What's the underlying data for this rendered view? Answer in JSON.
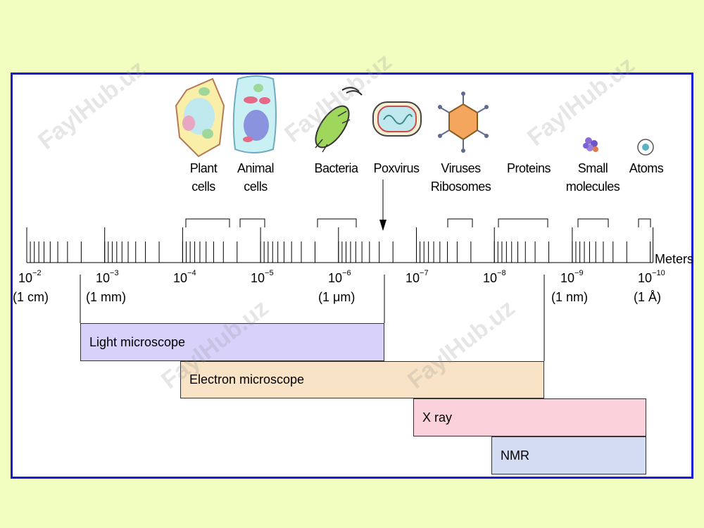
{
  "items": [
    {
      "line1": "Plant",
      "line2": "cells",
      "icon": "plant-cell-icon"
    },
    {
      "line1": "Animal",
      "line2": "cells",
      "icon": "animal-cell-icon"
    },
    {
      "line1": "Bacteria",
      "line2": "",
      "icon": "bacteria-icon"
    },
    {
      "line1": "Poxvirus",
      "line2": "",
      "icon": "poxvirus-icon"
    },
    {
      "line1": "Viruses",
      "line2": "Ribosomes",
      "icon": "virus-icon"
    },
    {
      "line1": "Proteins",
      "line2": "",
      "icon": ""
    },
    {
      "line1": "Small",
      "line2": "molecules",
      "icon": "molecule-icon"
    },
    {
      "line1": "Atoms",
      "line2": "",
      "icon": "atom-icon"
    }
  ],
  "scale": {
    "unit_label": "Meters",
    "ticks": [
      {
        "base": "10",
        "exp": "−2",
        "sub": "(1 cm)"
      },
      {
        "base": "10",
        "exp": "−3",
        "sub": "(1 mm)"
      },
      {
        "base": "10",
        "exp": "−4",
        "sub": ""
      },
      {
        "base": "10",
        "exp": "−5",
        "sub": ""
      },
      {
        "base": "10",
        "exp": "−6",
        "sub": "(1 μm)"
      },
      {
        "base": "10",
        "exp": "−7",
        "sub": ""
      },
      {
        "base": "10",
        "exp": "−8",
        "sub": ""
      },
      {
        "base": "10",
        "exp": "−9",
        "sub": "(1 nm)"
      },
      {
        "base": "10",
        "exp": "−10",
        "sub": "(1 Å)"
      }
    ]
  },
  "techniques": [
    {
      "label": "Light microscope",
      "color": "#d8d2fb"
    },
    {
      "label": "Electron microscope",
      "color": "#f8e3c6"
    },
    {
      "label": "X ray",
      "color": "#fbd1dc"
    },
    {
      "label": "NMR",
      "color": "#d4dcf3"
    }
  ],
  "watermark": "FaylHub.uz",
  "colors": {
    "background": "#f2fdc0",
    "frame_border": "#1a1ad6"
  }
}
